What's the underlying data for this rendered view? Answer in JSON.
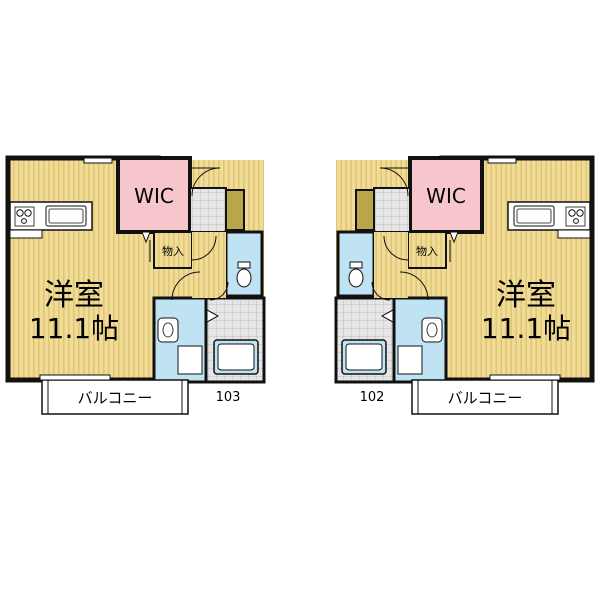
{
  "units": [
    {
      "id": "103",
      "number": "103",
      "room_name": "洋室",
      "room_size": "11.1帖",
      "wic": "WIC",
      "storage": "物入",
      "balcony": "バルコニー"
    },
    {
      "id": "102",
      "number": "102",
      "room_name": "洋室",
      "room_size": "11.1帖",
      "wic": "WIC",
      "storage": "物入",
      "balcony": "バルコニー"
    }
  ],
  "colors": {
    "room": "#f0dc98",
    "room_stripe": "#e2c772",
    "wic": "#f7c6cc",
    "wet": "#bfe3f2",
    "tile": "#d8d8d8",
    "closet": "#b9a64a",
    "wall": "#111111"
  }
}
